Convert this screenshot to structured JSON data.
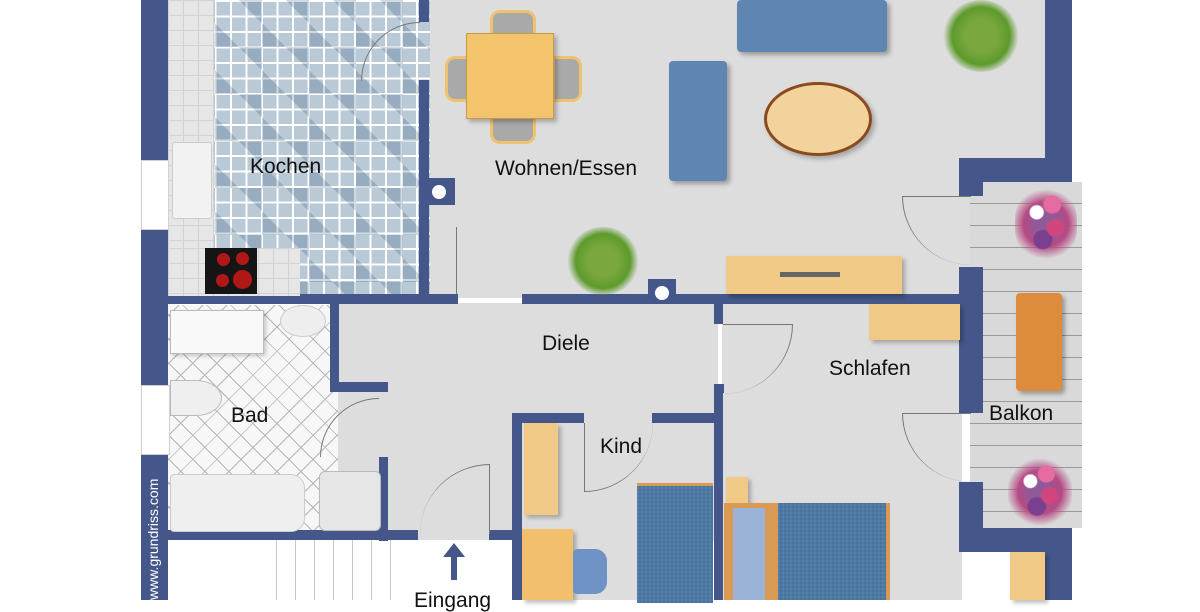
{
  "plan": {
    "watermark": "www.grundriss.com",
    "colors": {
      "wall": "#45578a",
      "floor": "#dddddd",
      "kitchen_tile": "#b9c9d6",
      "wood": "#f0c987",
      "upholstery": "#5f86b2",
      "plant": "#6aa335"
    }
  },
  "rooms": {
    "kochen": {
      "label": "Kochen"
    },
    "wohnen_essen": {
      "label": "Wohnen/Essen"
    },
    "diele": {
      "label": "Diele"
    },
    "bad": {
      "label": "Bad"
    },
    "kind": {
      "label": "Kind"
    },
    "schlafen": {
      "label": "Schlafen"
    },
    "balkon": {
      "label": "Balkon"
    },
    "eingang": {
      "label": "Eingang"
    }
  },
  "furniture": [
    "dining-table-with-4-chairs",
    "three-seat-sofa",
    "two-seat-sofa",
    "oval-coffee-table",
    "tv-sideboard",
    "potted-plant",
    "kitchen-counter",
    "kitchen-sink",
    "ceramic-hob",
    "bathroom-vanity",
    "washbasin",
    "toilet",
    "bathtub",
    "shower-tray",
    "single-bed",
    "desk-with-chair",
    "wardrobe",
    "double-bed",
    "deck-chair",
    "flower-box"
  ],
  "entrance_arrow": "arrow-up"
}
